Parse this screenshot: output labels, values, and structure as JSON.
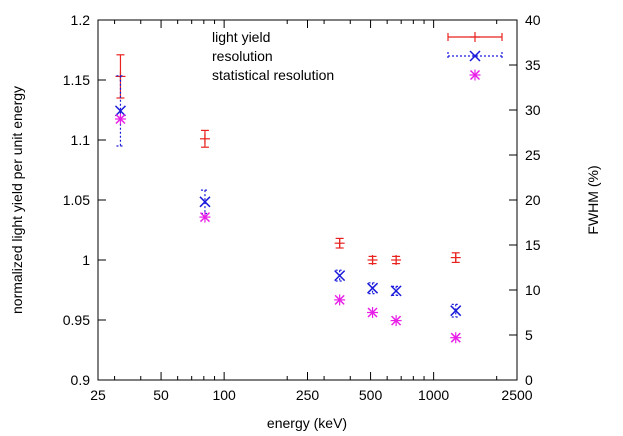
{
  "chart_data": {
    "type": "scatter",
    "xlabel": "energy (keV)",
    "ylabel": "normalized light yield per unit energy",
    "y2label": "FWHM (%)",
    "xscale": "log",
    "xlim": [
      25,
      2500
    ],
    "ylim": [
      0.9,
      1.2
    ],
    "y2lim": [
      0,
      40
    ],
    "xticks": [
      25,
      50,
      100,
      250,
      500,
      1000,
      2500
    ],
    "xtick_labels": [
      "25",
      "50",
      "100",
      "250",
      "500",
      "1000",
      "2500"
    ],
    "yticks": [
      0.9,
      0.95,
      1.0,
      1.05,
      1.1,
      1.15,
      1.2
    ],
    "ytick_labels": [
      "0.9",
      "0.95",
      "1",
      "1.05",
      "1.1",
      "1.15",
      "1.2"
    ],
    "y2ticks": [
      0,
      5,
      10,
      15,
      20,
      25,
      30,
      35,
      40
    ],
    "y2tick_labels": [
      "0",
      "5",
      "10",
      "15",
      "20",
      "25",
      "30",
      "35",
      "40"
    ],
    "grid": false,
    "legend_position": "top-right",
    "series": [
      {
        "name": "light yield",
        "axis": "left",
        "marker": "plus-errorbar",
        "color": "#e8231f",
        "points": [
          {
            "x": 32,
            "y": 1.153,
            "err": 0.018
          },
          {
            "x": 81,
            "y": 1.101,
            "err": 0.007
          },
          {
            "x": 356,
            "y": 1.014,
            "err": 0.004
          },
          {
            "x": 511,
            "y": 1.0,
            "err": 0.003
          },
          {
            "x": 662,
            "y": 1.0,
            "err": 0.003
          },
          {
            "x": 1275,
            "y": 1.002,
            "err": 0.004
          }
        ]
      },
      {
        "name": "resolution",
        "axis": "right",
        "marker": "x-errorbar",
        "color": "#1a1adb",
        "points": [
          {
            "x": 32,
            "y": 29.9,
            "err": 3.9
          },
          {
            "x": 81,
            "y": 19.8,
            "err": 1.3
          },
          {
            "x": 356,
            "y": 11.6,
            "err": 0.6
          },
          {
            "x": 511,
            "y": 10.2,
            "err": 0.6
          },
          {
            "x": 662,
            "y": 9.9,
            "err": 0.5
          },
          {
            "x": 1275,
            "y": 7.7,
            "err": 0.7
          }
        ]
      },
      {
        "name": "statistical resolution",
        "axis": "right",
        "marker": "star",
        "color": "#e81ee8",
        "points": [
          {
            "x": 32,
            "y": 29.0
          },
          {
            "x": 81,
            "y": 18.1
          },
          {
            "x": 356,
            "y": 8.9
          },
          {
            "x": 511,
            "y": 7.5
          },
          {
            "x": 662,
            "y": 6.6
          },
          {
            "x": 1275,
            "y": 4.7
          }
        ]
      }
    ]
  }
}
